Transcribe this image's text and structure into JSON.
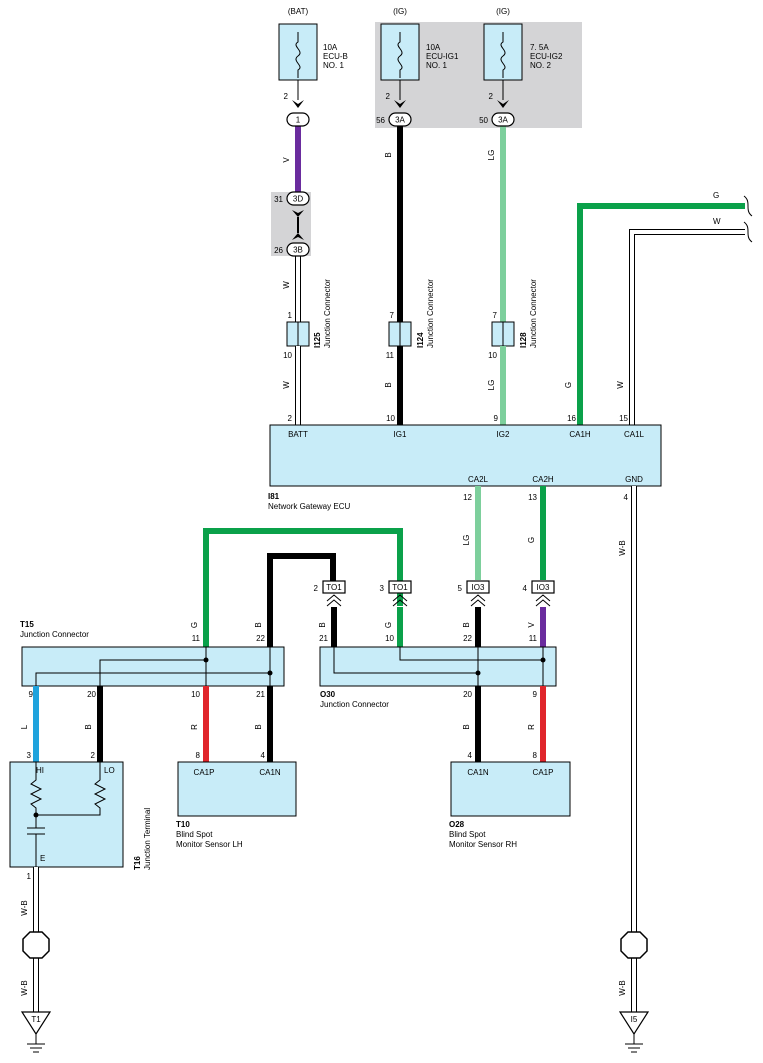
{
  "fuses": [
    {
      "power": "(BAT)",
      "amp": "10A",
      "name1": "ECU-B",
      "name2": "NO. 1",
      "pin": "2"
    },
    {
      "power": "(IG)",
      "amp": "10A",
      "name1": "ECU-IG1",
      "name2": "NO. 1",
      "pin": "2"
    },
    {
      "power": "(IG)",
      "amp": "7. 5A",
      "name1": "ECU-IG2",
      "name2": "NO. 2",
      "pin": "2"
    }
  ],
  "connectors": {
    "c1": {
      "label": "1"
    },
    "c3d": {
      "label": "3D",
      "pin": "31"
    },
    "c3b": {
      "label": "3B",
      "pin": "26"
    },
    "c3a_1": {
      "label": "3A",
      "pin": "56"
    },
    "c3a_2": {
      "label": "3A",
      "pin": "50"
    },
    "to1_a": {
      "label": "TO1",
      "pin": "2"
    },
    "to1_b": {
      "label": "TO1",
      "pin": "3"
    },
    "io3_a": {
      "label": "IO3",
      "pin": "5"
    },
    "io3_b": {
      "label": "IO3",
      "pin": "4"
    }
  },
  "wire_colors": {
    "v": "V",
    "w": "W",
    "b": "B",
    "lg": "LG",
    "g": "G",
    "l": "L",
    "r": "R",
    "wb": "W-B"
  },
  "junctions": {
    "i125": {
      "id": "I125",
      "name": "Junction Connector",
      "top": "1",
      "bottom": "10"
    },
    "i124": {
      "id": "I124",
      "name": "Junction Connector",
      "top": "7",
      "bottom": "11"
    },
    "i128": {
      "id": "I128",
      "name": "Junction Connector",
      "top": "7",
      "bottom": "10"
    }
  },
  "ecu": {
    "id": "I81",
    "name": "Network Gateway ECU",
    "pins_top": [
      {
        "num": "2",
        "label": "BATT"
      },
      {
        "num": "10",
        "label": "IG1"
      },
      {
        "num": "9",
        "label": "IG2"
      },
      {
        "num": "16",
        "label": "CA1H"
      },
      {
        "num": "15",
        "label": "CA1L"
      }
    ],
    "pins_bottom": [
      {
        "num": "12",
        "label": "CA2L"
      },
      {
        "num": "13",
        "label": "CA2H"
      },
      {
        "num": "4",
        "label": "GND"
      }
    ]
  },
  "t15": {
    "id": "T15",
    "name": "Junction Connector",
    "top_pins": [
      "11",
      "22"
    ],
    "bottom_pins": [
      "9",
      "20",
      "10",
      "21"
    ]
  },
  "o30": {
    "id": "O30",
    "name": "Junction Connector",
    "top_pins": [
      "21",
      "10",
      "22",
      "11"
    ],
    "bottom_pins": [
      "20",
      "9"
    ]
  },
  "t16": {
    "id": "T16",
    "name": "Junction Terminal",
    "pins": [
      "3",
      "2",
      "1"
    ],
    "labels": {
      "hi": "HI",
      "lo": "LO",
      "e": "E"
    }
  },
  "t10": {
    "id": "T10",
    "name1": "Blind Spot",
    "name2": "Monitor Sensor LH",
    "pins": [
      {
        "num": "8",
        "label": "CA1P"
      },
      {
        "num": "4",
        "label": "CA1N"
      }
    ]
  },
  "o28": {
    "id": "O28",
    "name1": "Blind Spot",
    "name2": "Monitor Sensor RH",
    "pins": [
      {
        "num": "4",
        "label": "CA1N"
      },
      {
        "num": "8",
        "label": "CA1P"
      }
    ]
  },
  "grounds": {
    "t1": "T1",
    "i5": "I5"
  }
}
